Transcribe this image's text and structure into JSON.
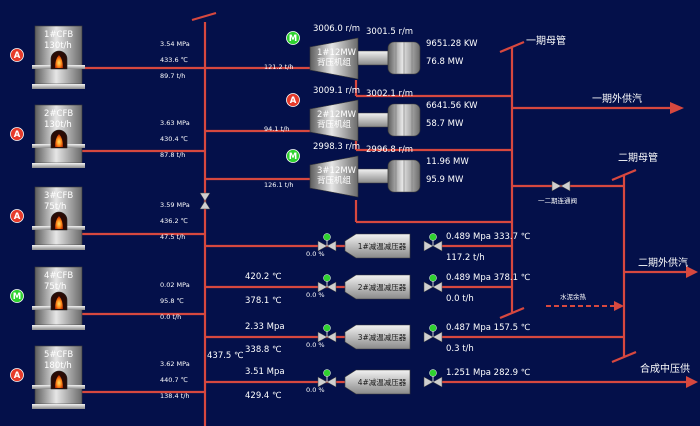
{
  "colors": {
    "background": "#04104a",
    "pipe": "#d7483f",
    "status_running": "#2fd22f",
    "status_alarm": "#e63a2a"
  },
  "boilers": [
    {
      "name": "1#CFB",
      "capacity": "130t/h",
      "status": "A",
      "status_color": "#e63a2a",
      "pressure": "3.54 MPa",
      "temperature": "433.6 ℃",
      "flow": "89.7 t/h"
    },
    {
      "name": "2#CFB",
      "capacity": "130t/h",
      "status": "A",
      "status_color": "#e63a2a",
      "pressure": "3.63 MPa",
      "temperature": "430.4 ℃",
      "flow": "87.8 t/h"
    },
    {
      "name": "3#CFB",
      "capacity": "75t/h",
      "status": "A",
      "status_color": "#e63a2a",
      "pressure": "3.59 MPa",
      "temperature": "436.2 ℃",
      "flow": "47.5 t/h"
    },
    {
      "name": "4#CFB",
      "capacity": "75t/h",
      "status": "M",
      "status_color": "#2fd22f",
      "pressure": "0.02 MPa",
      "temperature": "95.8 ℃",
      "flow": "0.0 t/h"
    },
    {
      "name": "5#CFB",
      "capacity": "180t/h",
      "status": "A",
      "status_color": "#e63a2a",
      "pressure": "3.62 MPa",
      "temperature": "440.7 ℃",
      "flow": "138.4 t/h"
    }
  ],
  "turbines": [
    {
      "name_line1": "1#12MW",
      "name_line2": "背压机组",
      "status": "M",
      "status_color": "#2fd22f",
      "speed1": "3006.0 r/m",
      "speed2": "3001.5 r/m",
      "inlet_flow": "121.2 t/h",
      "power": "9651.28 KW",
      "output": "76.8 MW"
    },
    {
      "name_line1": "2#12MW",
      "name_line2": "背压机组",
      "status": "A",
      "status_color": "#e63a2a",
      "speed1": "3009.1 r/m",
      "speed2": "3002.1 r/m",
      "inlet_flow": "94.1 t/h",
      "power": "6641.56 KW",
      "output": "58.7 MW"
    },
    {
      "name_line1": "3#12MW",
      "name_line2": "背压机组",
      "status": "M",
      "status_color": "#2fd22f",
      "speed1": "2998.3 r/m",
      "speed2": "2996.8 r/m",
      "inlet_flow": "126.1 t/h",
      "power": "11.96 MW",
      "output": "95.9 MW"
    }
  ],
  "reducers": [
    {
      "name": "1#减温减压器",
      "in_upper": "",
      "in_lower": "0.0 %",
      "out_value": "0.489 Mpa 333.7 ℃",
      "out_flow": "117.2 t/h"
    },
    {
      "name": "2#减温减压器",
      "in_upper": "420.2 ℃",
      "in_lower": "0.0 %",
      "out_value": "0.489 Mpa 378.1 ℃",
      "out_flow": "0.0 t/h"
    },
    {
      "name": "3#减温减压器",
      "in_upper": "2.33 Mpa",
      "in_lower": "0.0 %",
      "out_value": "0.487 Mpa 157.5 ℃",
      "out_flow": "0.3 t/h"
    },
    {
      "name": "4#减温减压器",
      "in_upper": "3.51 Mpa",
      "in_lower": "0.0 %",
      "out_value": "1.251 Mpa 282.9 ℃",
      "out_flow": ""
    }
  ],
  "misc": {
    "main_temp_a": "378.1 ℃",
    "main_temp_b": "338.8 ℃",
    "main_temp_c": "429.4 ℃",
    "main_temp_header": "437.5 ℃",
    "phase1_header": "一期母管",
    "phase1_supply": "一期外供汽",
    "phase2_header": "二期母管",
    "phase2_supply": "二期外供汽",
    "link_valve": "一二期连通阀",
    "cement_heat": "水泥余热",
    "mid_pressure": "合成中压供"
  }
}
